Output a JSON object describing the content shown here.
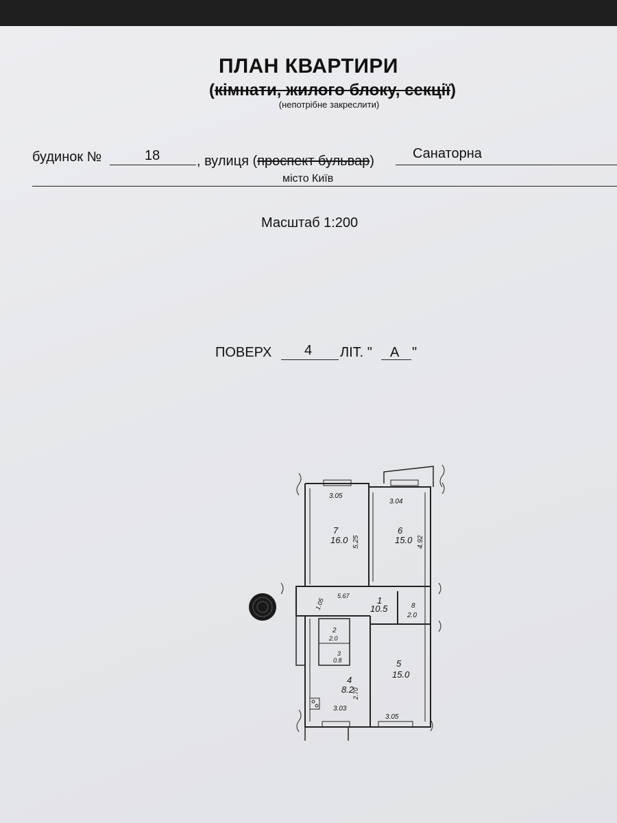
{
  "document": {
    "title": "ПЛАН КВАРТИРИ",
    "subtitle_open": "(",
    "subtitle_struck": "кімнати, жилого блоку, секції",
    "subtitle_close": ")",
    "note": "(непотрібне закреслити)",
    "house_label": "будинок №",
    "house_number": "18",
    "street_label_a": ", вулиця (",
    "street_label_struck": "проспект бульвар",
    "street_label_b": ")",
    "street_name": "Санаторна",
    "city": "місто Київ",
    "scale": "Масштаб 1:200",
    "floor_label": "ПОВЕРХ",
    "floor_number": "4",
    "letter_label": "ЛІТ. \"",
    "letter_value": "А",
    "letter_close": "\""
  },
  "floor_plan": {
    "rooms": [
      {
        "number": "7",
        "area": "16.0"
      },
      {
        "number": "6",
        "area": "15.0"
      },
      {
        "number": "1",
        "area": "10.5"
      },
      {
        "number": "8",
        "area": "2.0"
      },
      {
        "number": "2",
        "area": "2.0"
      },
      {
        "number": "3",
        "area": "0.8"
      },
      {
        "number": "5",
        "area": "15.0"
      },
      {
        "number": "4",
        "area": "8.2"
      }
    ],
    "dimensions": [
      "3.05",
      "3.04",
      "5.25",
      "4.92",
      "1.05",
      "5.67",
      "2.70",
      "3.03",
      "3.05"
    ]
  }
}
